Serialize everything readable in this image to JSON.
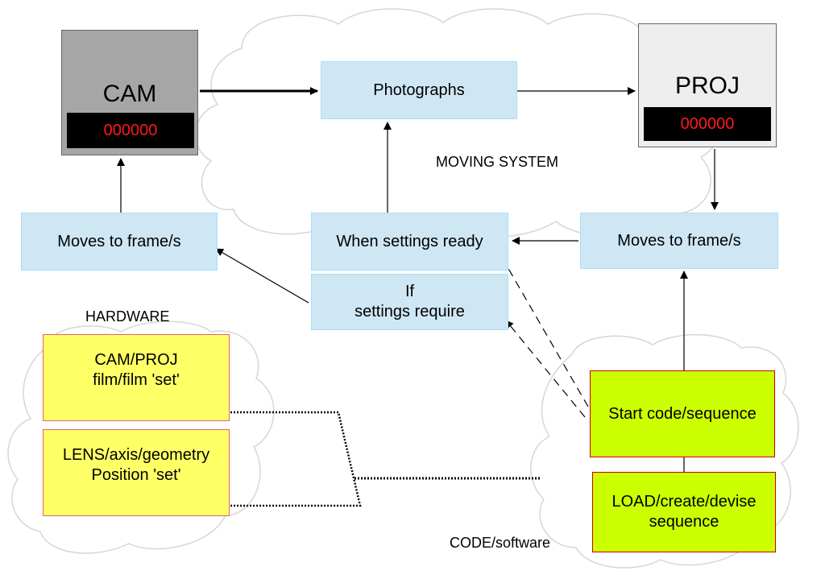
{
  "colors": {
    "process_fill": "#cfe7f5",
    "process_border": "#a8dff2",
    "hardware_fill": "#ffff66",
    "code_fill": "#ccff00",
    "counter_bg": "#000000",
    "counter_text": "#ff1a1a",
    "cam_fill": "#a6a6a6",
    "proj_fill": "#eeeeee"
  },
  "devices": {
    "cam": {
      "title": "CAM",
      "counter": "000000"
    },
    "proj": {
      "title": "PROJ",
      "counter": "000000"
    }
  },
  "nodes": {
    "photographs": "Photographs",
    "cam_moves": "Moves to frame/s",
    "when_settings_ready": "When settings ready",
    "if_settings_require_line1": "If",
    "if_settings_require_line2": "settings require",
    "proj_moves": "Moves to frame/s",
    "film_set_line1": "CAM/PROJ",
    "film_set_line2": "film/film 'set'",
    "lens_set_line1": "LENS/axis/geometry",
    "lens_set_line2": "Position 'set'",
    "start_code": "Start code/sequence",
    "load_line1": "LOAD/create/devise",
    "load_line2": "sequence"
  },
  "labels": {
    "moving_system": "MOVING SYSTEM",
    "hardware": "HARDWARE",
    "code_software": "CODE/software"
  }
}
